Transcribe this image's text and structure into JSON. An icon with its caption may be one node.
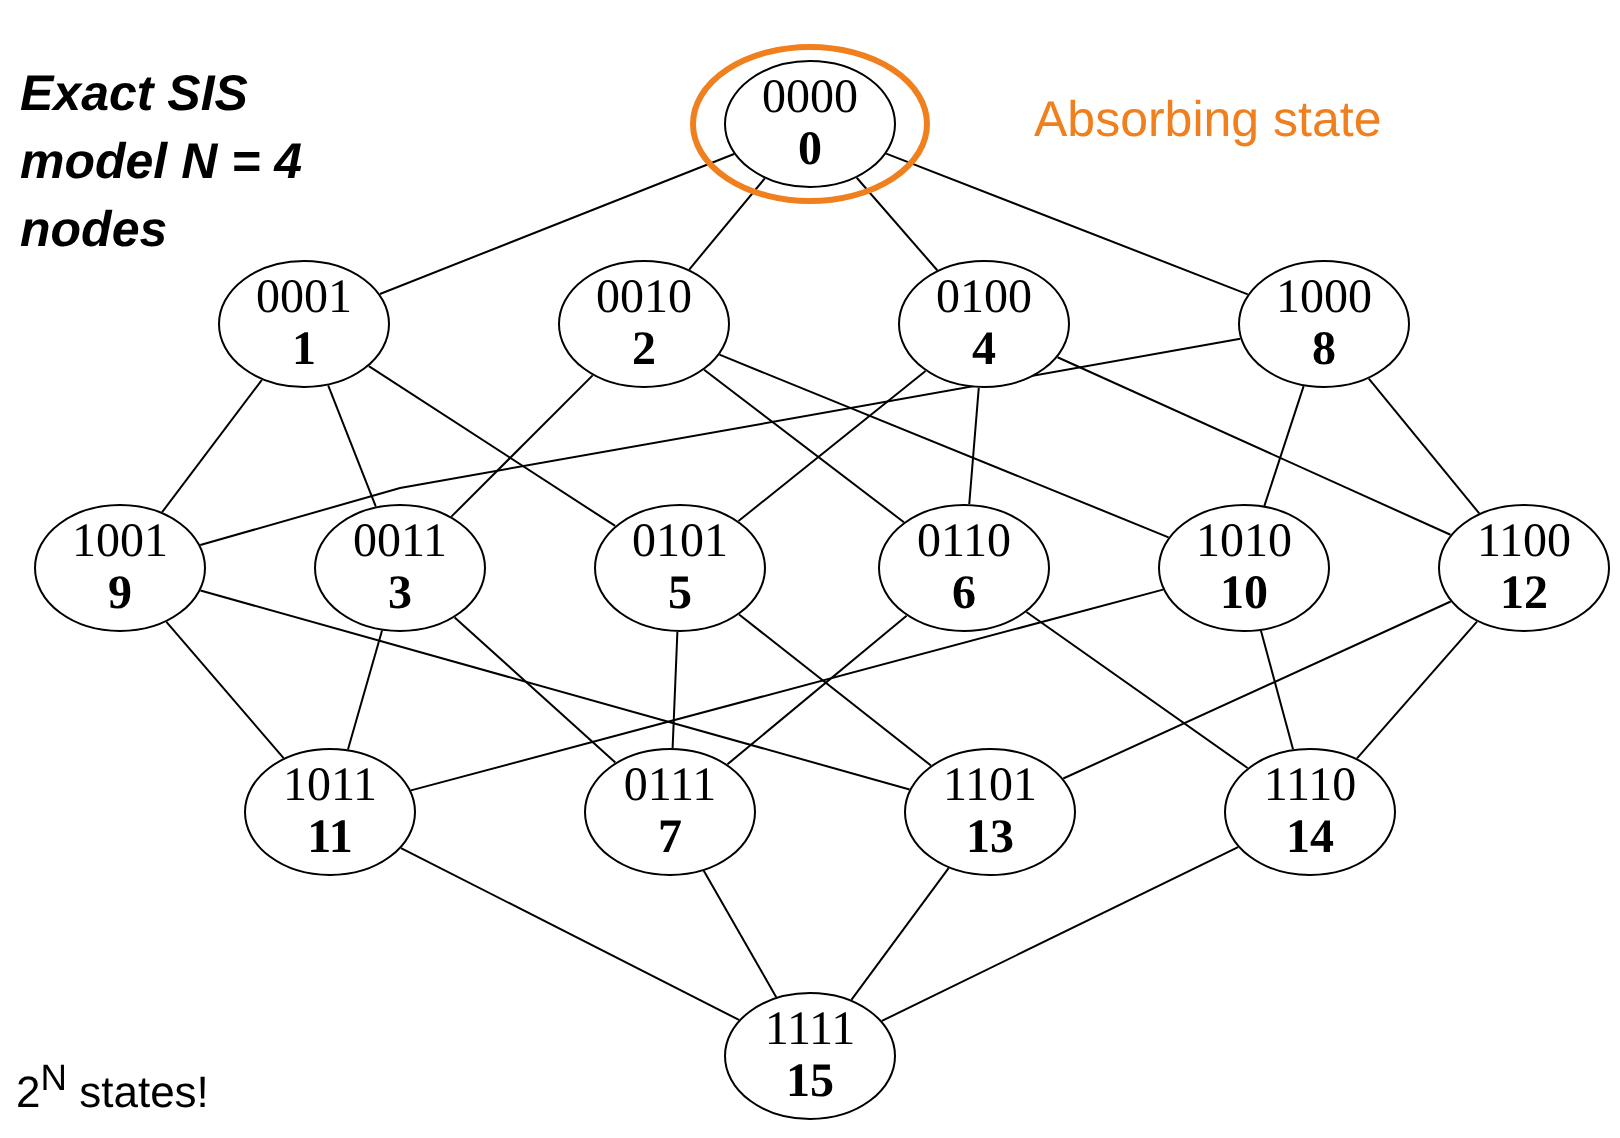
{
  "diagram": {
    "title": "Exact SIS model N = 4 nodes",
    "nodes": [
      {
        "text": [],
        "shape": "circle",
        "beside": [
          "Absorbing state"
        ]
      },
      {
        "text": [
          "0000",
          "0"
        ],
        "in": 0
      },
      {
        "text": [
          "0001",
          "1"
        ]
      },
      {
        "text": [
          "0010",
          "2"
        ]
      },
      {
        "text": [
          "0100",
          "4"
        ]
      },
      {
        "text": [
          "1000",
          "8"
        ]
      },
      {
        "text": [
          "1001",
          "9"
        ]
      },
      {
        "text": [
          "0011",
          "3"
        ]
      },
      {
        "text": [
          "0101",
          "5"
        ]
      },
      {
        "text": [
          "0110",
          "6"
        ]
      },
      {
        "text": [
          "1010",
          "10"
        ]
      },
      {
        "text": [
          "1100",
          "12"
        ]
      },
      {
        "text": [
          "1011",
          "11"
        ]
      },
      {
        "text": [
          "0111",
          "7"
        ]
      },
      {
        "text": [
          "1101",
          "13"
        ]
      },
      {
        "text": [
          "1110",
          "14"
        ]
      },
      {
        "text": [
          "1111",
          "15"
        ]
      }
    ],
    "edges": [
      {
        "from": 1,
        "to": 2,
        "arrow": "none"
      },
      {
        "from": 1,
        "to": 3,
        "arrow": "none"
      },
      {
        "from": 1,
        "to": 4,
        "arrow": "none"
      },
      {
        "from": 1,
        "to": 5,
        "arrow": "none"
      },
      {
        "from": 2,
        "to": 6,
        "arrow": "none"
      },
      {
        "from": 2,
        "to": 7,
        "arrow": "none"
      },
      {
        "from": 2,
        "to": 8,
        "arrow": "none"
      },
      {
        "from": 3,
        "to": 7,
        "arrow": "none"
      },
      {
        "from": 3,
        "to": 9,
        "arrow": "none"
      },
      {
        "from": 3,
        "to": 10,
        "arrow": "none"
      },
      {
        "from": 4,
        "to": 8,
        "arrow": "none"
      },
      {
        "from": 4,
        "to": 9,
        "arrow": "none"
      },
      {
        "from": 4,
        "to": 11,
        "arrow": "none"
      },
      {
        "from": 5,
        "to": 6,
        "arrow": "none"
      },
      {
        "from": 5,
        "to": 10,
        "arrow": "none"
      },
      {
        "from": 5,
        "to": 11,
        "arrow": "none"
      },
      {
        "from": 6,
        "to": 12,
        "arrow": "none"
      },
      {
        "from": 6,
        "to": 14,
        "arrow": "none"
      },
      {
        "from": 7,
        "to": 12,
        "arrow": "none"
      },
      {
        "from": 7,
        "to": 13,
        "arrow": "none"
      },
      {
        "from": 8,
        "to": 13,
        "arrow": "none"
      },
      {
        "from": 8,
        "to": 14,
        "arrow": "none"
      },
      {
        "from": 9,
        "to": 13,
        "arrow": "none"
      },
      {
        "from": 9,
        "to": 15,
        "arrow": "none"
      },
      {
        "from": 10,
        "to": 12,
        "arrow": "none"
      },
      {
        "from": 10,
        "to": 15,
        "arrow": "none"
      },
      {
        "from": 11,
        "to": 14,
        "arrow": "none"
      },
      {
        "from": 11,
        "to": 15,
        "arrow": "none"
      },
      {
        "from": 12,
        "to": 16,
        "arrow": "none"
      },
      {
        "from": 13,
        "to": 16,
        "arrow": "none"
      },
      {
        "from": 14,
        "to": 16,
        "arrow": "none"
      },
      {
        "from": 15,
        "to": 16,
        "arrow": "none"
      }
    ],
    "labels": [
      "2$^{N}$ states!"
    ]
  }
}
